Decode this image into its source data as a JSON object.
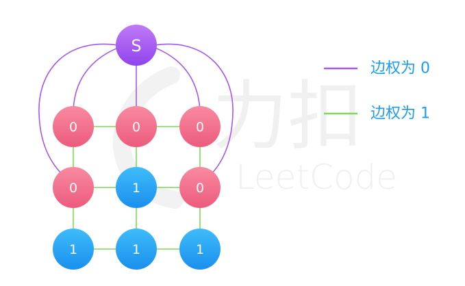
{
  "colors": {
    "weight_zero_edge": "#a655f0",
    "weight_one_edge": "#7ed957",
    "source_node_gradient": [
      "#c07af7",
      "#8f44ec"
    ],
    "zero_node_gradient": [
      "#f98aa0",
      "#ec5b7d"
    ],
    "one_node_gradient": [
      "#3ebcfa",
      "#1a8fee"
    ],
    "legend_text": "#1a9cf0",
    "watermark": "#f0f0f0"
  },
  "source": {
    "label": "S"
  },
  "grid": [
    [
      "0",
      "0",
      "0"
    ],
    [
      "0",
      "1",
      "0"
    ],
    [
      "1",
      "1",
      "1"
    ]
  ],
  "legend": [
    {
      "label": "边权为 0",
      "kind": "weight_zero_edge"
    },
    {
      "label": "边权为 1",
      "kind": "weight_one_edge"
    }
  ],
  "watermark": {
    "chars": "力扣",
    "text": "LeetCode",
    "icon": "leetcode-logo-icon"
  }
}
